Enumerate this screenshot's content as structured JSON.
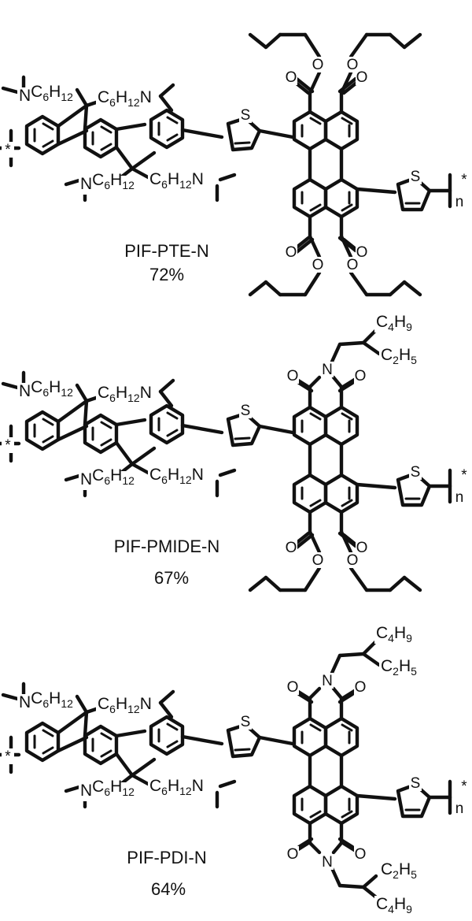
{
  "polymers": [
    {
      "name": "PIF-PTE-N",
      "yield": "72%"
    },
    {
      "name": "PIF-PMIDE-N",
      "yield": "67%"
    },
    {
      "name": "PIF-PDI-N",
      "yield": "64%"
    }
  ],
  "atoms": {
    "S": "S",
    "O": "O",
    "N": "N",
    "n": "n",
    "star": "*"
  },
  "groups": {
    "C6H12": {
      "C": "C",
      "sub6": "6",
      "H": "H",
      "sub12": "12"
    },
    "C4H9": {
      "C": "C",
      "sub4": "4",
      "H": "H",
      "sub9": "9"
    },
    "C2H5": {
      "C": "C",
      "sub2": "2",
      "H": "H",
      "sub5": "5"
    }
  }
}
